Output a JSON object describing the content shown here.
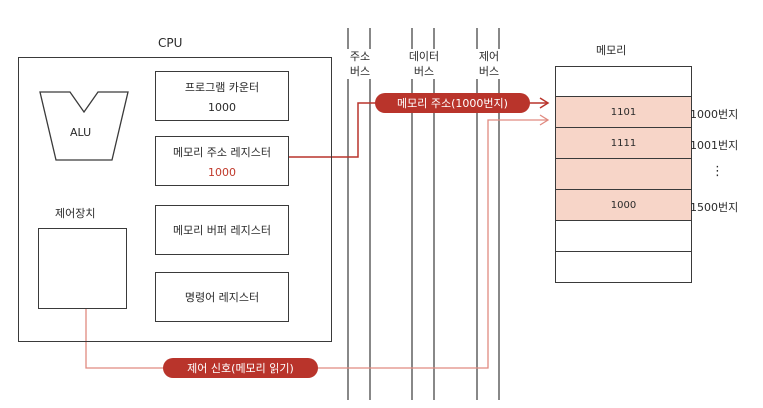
{
  "cpu": {
    "title": "CPU",
    "alu_label": "ALU",
    "control_unit_label": "제어장치",
    "registers": [
      {
        "name": "프로그램 카운터",
        "value": "1000"
      },
      {
        "name": "메모리 주소 레지스터",
        "value": "1000"
      },
      {
        "name": "메모리 버퍼 레지스터",
        "value": ""
      },
      {
        "name": "명령어 레지스터",
        "value": ""
      }
    ]
  },
  "buses": {
    "address": "주소\n버스",
    "data": "데이터\n버스",
    "control": "제어\n버스"
  },
  "signals": {
    "address_signal": "메모리 주소(1000번지)",
    "control_signal": "제어 신호(메모리 읽기)"
  },
  "memory": {
    "title": "메모리",
    "cells": [
      {
        "value": "",
        "highlighted": false
      },
      {
        "value": "1101",
        "highlighted": true,
        "address": "1000번지"
      },
      {
        "value": "1111",
        "highlighted": true,
        "address": "1001번지"
      },
      {
        "value": "",
        "highlighted": true,
        "address": "⋮"
      },
      {
        "value": "1000",
        "highlighted": true,
        "address": "1500번지"
      },
      {
        "value": "",
        "highlighted": false
      },
      {
        "value": "",
        "highlighted": false
      }
    ]
  },
  "colors": {
    "accent": "#b9342b",
    "memory_highlight": "#f7d5c8",
    "line": "#3a3a3a"
  }
}
